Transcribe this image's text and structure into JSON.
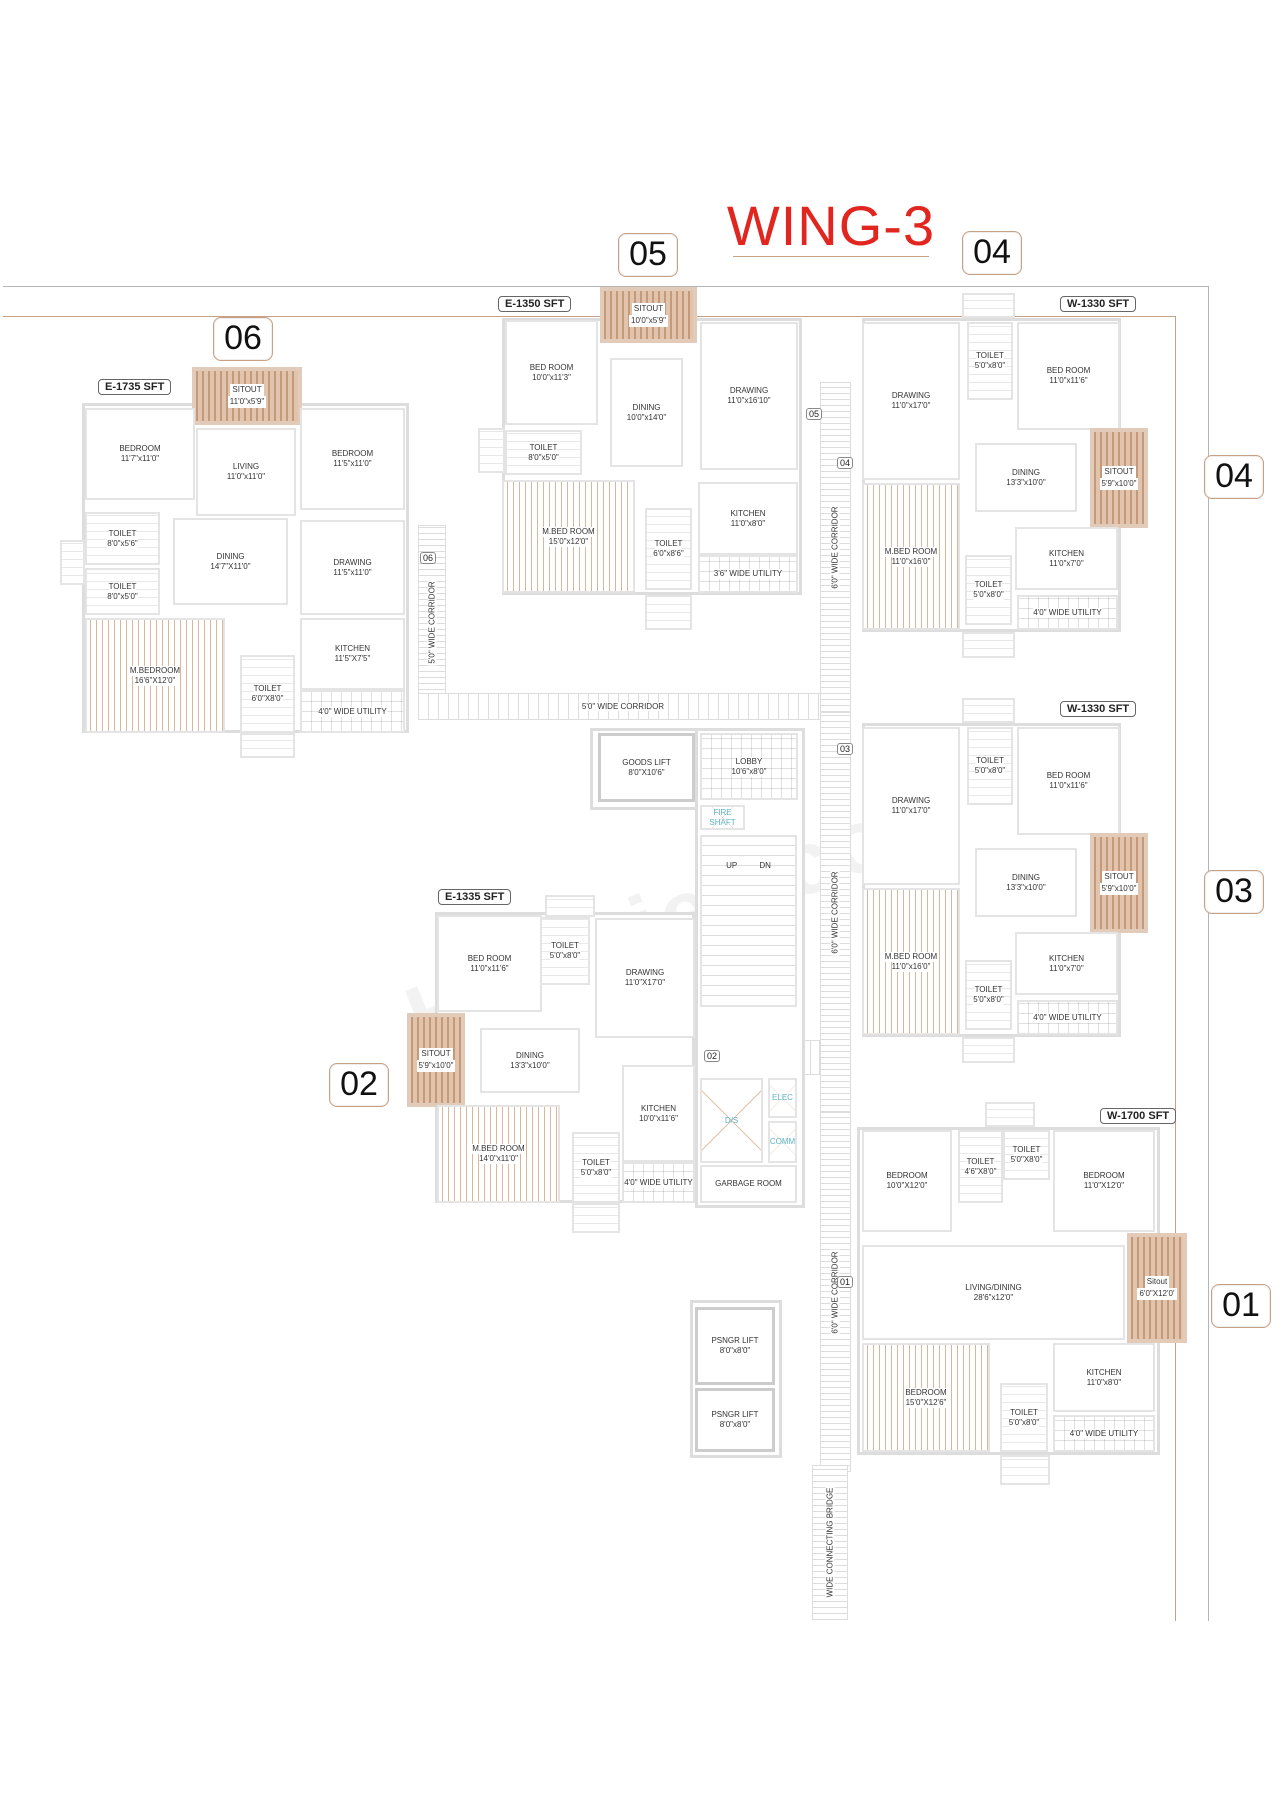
{
  "title": "WING-3",
  "watermark": "Housiey.com",
  "badges": {
    "u05": "05",
    "u04_top": "04",
    "u06": "06",
    "u04": "04",
    "u03": "03",
    "u02": "02",
    "u01": "01"
  },
  "colors": {
    "title": "#e0261f",
    "wall_accent": "#c8a083",
    "window": "#7fc8d4",
    "sitout": "#c49a7c"
  },
  "units": {
    "u06": {
      "area": "E-1735 SFT",
      "rooms": [
        {
          "name": "SITOUT",
          "dim": "11'0\"x5'9\""
        },
        {
          "name": "BEDROOM",
          "dim": "11'7\"x11'0\""
        },
        {
          "name": "LIVING",
          "dim": "11'0\"x11'0\""
        },
        {
          "name": "BEDROOM",
          "dim": "11'5\"x11'0\""
        },
        {
          "name": "TOILET",
          "dim": "8'0\"x5'6\""
        },
        {
          "name": "TOILET",
          "dim": "8'0\"x5'0\""
        },
        {
          "name": "DINING",
          "dim": "14'7\"X11'0\""
        },
        {
          "name": "DRAWING",
          "dim": "11'5\"x11'0\""
        },
        {
          "name": "M.BEDROOM",
          "dim": "16'6\"X12'0\""
        },
        {
          "name": "TOILET",
          "dim": "6'0\"X8'0\""
        },
        {
          "name": "KITCHEN",
          "dim": "11'5\"X7'5\""
        },
        {
          "name": "4'0\" WIDE UTILITY",
          "dim": ""
        }
      ]
    },
    "u05": {
      "area": "E-1350 SFT",
      "rooms": [
        {
          "name": "SITOUT",
          "dim": "10'0\"x5'9\""
        },
        {
          "name": "BED ROOM",
          "dim": "10'0\"x11'3\""
        },
        {
          "name": "TOILET",
          "dim": "8'0\"x5'0\""
        },
        {
          "name": "DINING",
          "dim": "10'0\"x14'0\""
        },
        {
          "name": "DRAWING",
          "dim": "11'0\"x16'10\""
        },
        {
          "name": "M.BED ROOM",
          "dim": "15'0\"x12'0\""
        },
        {
          "name": "TOILET",
          "dim": "6'0\"x8'6\""
        },
        {
          "name": "KITCHEN",
          "dim": "11'0\"x8'0\""
        },
        {
          "name": "3'6\" WIDE UTILITY",
          "dim": ""
        }
      ]
    },
    "u04": {
      "area": "W-1330 SFT",
      "rooms": [
        {
          "name": "DRAWING",
          "dim": "11'0\"x17'0\""
        },
        {
          "name": "TOILET",
          "dim": "5'0\"x8'0\""
        },
        {
          "name": "BED ROOM",
          "dim": "11'0\"x11'6\""
        },
        {
          "name": "DINING",
          "dim": "13'3\"x10'0\""
        },
        {
          "name": "SITOUT",
          "dim": "5'9\"x10'0\""
        },
        {
          "name": "M.BED ROOM",
          "dim": "11'0\"x16'0\""
        },
        {
          "name": "KITCHEN",
          "dim": "11'0\"x7'0\""
        },
        {
          "name": "TOILET",
          "dim": "5'0\"x8'0\""
        },
        {
          "name": "4'0\" WIDE UTILITY",
          "dim": ""
        }
      ]
    },
    "u03": {
      "area": "W-1330 SFT",
      "rooms": [
        {
          "name": "DRAWING",
          "dim": "11'0\"x17'0\""
        },
        {
          "name": "TOILET",
          "dim": "5'0\"x8'0\""
        },
        {
          "name": "BED ROOM",
          "dim": "11'0\"x11'6\""
        },
        {
          "name": "DINING",
          "dim": "13'3\"x10'0\""
        },
        {
          "name": "SITOUT",
          "dim": "5'9\"x10'0\""
        },
        {
          "name": "M.BED ROOM",
          "dim": "11'0\"x16'0\""
        },
        {
          "name": "KITCHEN",
          "dim": "11'0\"x7'0\""
        },
        {
          "name": "TOILET",
          "dim": "5'0\"x8'0\""
        },
        {
          "name": "4'0\" WIDE UTILITY",
          "dim": ""
        }
      ]
    },
    "u02": {
      "area": "E-1335 SFT",
      "rooms": [
        {
          "name": "BED ROOM",
          "dim": "11'0\"x11'6\""
        },
        {
          "name": "TOILET",
          "dim": "5'0\"x8'0\""
        },
        {
          "name": "DRAWING",
          "dim": "11'0\"X17'0\""
        },
        {
          "name": "SITOUT",
          "dim": "5'9\"x10'0\""
        },
        {
          "name": "DINING",
          "dim": "13'3\"x10'0\""
        },
        {
          "name": "M.BED ROOM",
          "dim": "14'0\"x11'0\""
        },
        {
          "name": "TOILET",
          "dim": "5'0\"x8'0\""
        },
        {
          "name": "KITCHEN",
          "dim": "10'0\"x11'6\""
        },
        {
          "name": "4'0\" WIDE UTILITY",
          "dim": ""
        }
      ]
    },
    "u01": {
      "area": "W-1700 SFT",
      "rooms": [
        {
          "name": "BEDROOM",
          "dim": "10'0\"X12'0\""
        },
        {
          "name": "TOILET",
          "dim": "4'6\"X8'0\""
        },
        {
          "name": "TOILET",
          "dim": "5'0\"X8'0\""
        },
        {
          "name": "BEDROOM",
          "dim": "11'0\"X12'0\""
        },
        {
          "name": "LIVING/DINING",
          "dim": "28'6\"x12'0\""
        },
        {
          "name": "Sitout",
          "dim": "6'0\"X12'0'"
        },
        {
          "name": "BEDROOM",
          "dim": "15'0\"X12'6\""
        },
        {
          "name": "TOILET",
          "dim": "5'0\"x8'0\""
        },
        {
          "name": "KITCHEN",
          "dim": "11'0\"x8'0\""
        },
        {
          "name": "4'0\" WIDE UTILITY",
          "dim": ""
        }
      ]
    }
  },
  "core": {
    "rooms": [
      {
        "name": "GOODS LIFT",
        "dim": "8'0\"X10'6\""
      },
      {
        "name": "LOBBY",
        "dim": "10'6\"x8'0\""
      },
      {
        "name": "FIRE SHAFT",
        "dim": ""
      },
      {
        "name": "UP          DN",
        "dim": ""
      },
      {
        "name": "D/S",
        "dim": ""
      },
      {
        "name": "ELEC",
        "dim": ""
      },
      {
        "name": "COMM",
        "dim": ""
      },
      {
        "name": "GARBAGE ROOM",
        "dim": ""
      },
      {
        "name": "PSNGR LIFT",
        "dim": "8'0\"x8'0\""
      },
      {
        "name": "PSNGR LIFT",
        "dim": "8'0\"x8'0\""
      }
    ]
  },
  "corridors": [
    "5'0\" WIDE CORRIDOR",
    "5'0\" WIDE CORRIDOR",
    "6'0\" WIDE CORRIDOR",
    "6'0\" WIDE CORRIDOR",
    "6'0\" WIDE CORRIDOR",
    "WIDE CONNECTING BRIDGE"
  ],
  "door_tags": {
    "t06": "06",
    "t05": "05",
    "t04": "04",
    "t03": "03",
    "t02": "02",
    "t01": "01"
  }
}
